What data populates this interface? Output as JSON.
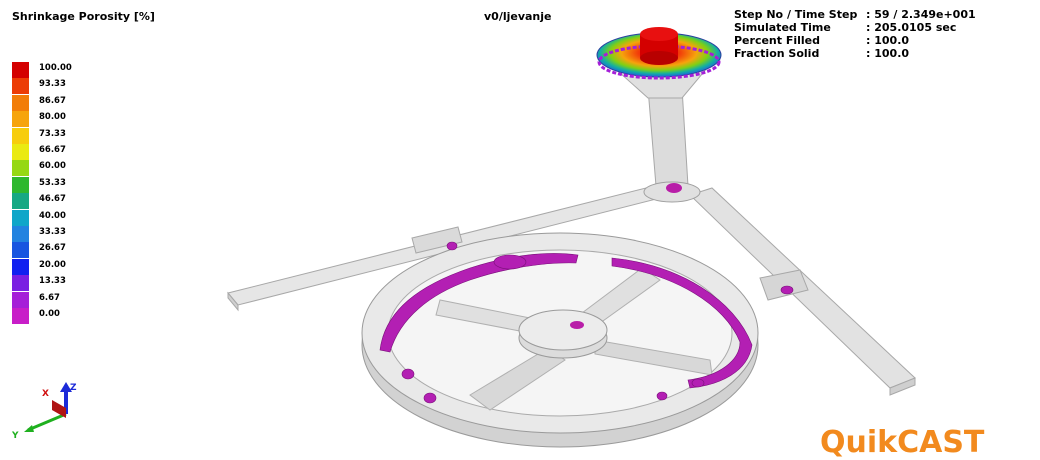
{
  "header": {
    "title": "Shrinkage Porosity [%]",
    "model": "v0/ljevanje"
  },
  "stats": [
    {
      "label": "Step No / Time Step",
      "value": ": 59 / 2.349e+001"
    },
    {
      "label": "Simulated Time",
      "value": ": 205.0105 sec"
    },
    {
      "label": "Percent Filled",
      "value": ": 100.0"
    },
    {
      "label": "Fraction Solid",
      "value": ": 100.0"
    }
  ],
  "legend": {
    "levels": [
      {
        "label": "100.00",
        "color": "#d40000"
      },
      {
        "label": "93.33",
        "color": "#ec3c05"
      },
      {
        "label": "86.67",
        "color": "#f27d08"
      },
      {
        "label": "80.00",
        "color": "#f6a40c"
      },
      {
        "label": "73.33",
        "color": "#f7cd0c"
      },
      {
        "label": "66.67",
        "color": "#eaea11"
      },
      {
        "label": "60.00",
        "color": "#96d813"
      },
      {
        "label": "53.33",
        "color": "#2eb82e"
      },
      {
        "label": "46.67",
        "color": "#16a883"
      },
      {
        "label": "40.00",
        "color": "#0fa6c9"
      },
      {
        "label": "33.33",
        "color": "#2283e0"
      },
      {
        "label": "26.67",
        "color": "#1855e0"
      },
      {
        "label": "20.00",
        "color": "#1020f0"
      },
      {
        "label": "13.33",
        "color": "#7a1fe2"
      },
      {
        "label": "6.67",
        "color": "#a51fd8"
      },
      {
        "label": "0.00",
        "color": "#c81ec8"
      }
    ]
  },
  "triad": {
    "x": "X",
    "y": "Y",
    "z": "Z"
  },
  "brand": {
    "name": "QuikCAST",
    "color": "#f28a1e"
  }
}
